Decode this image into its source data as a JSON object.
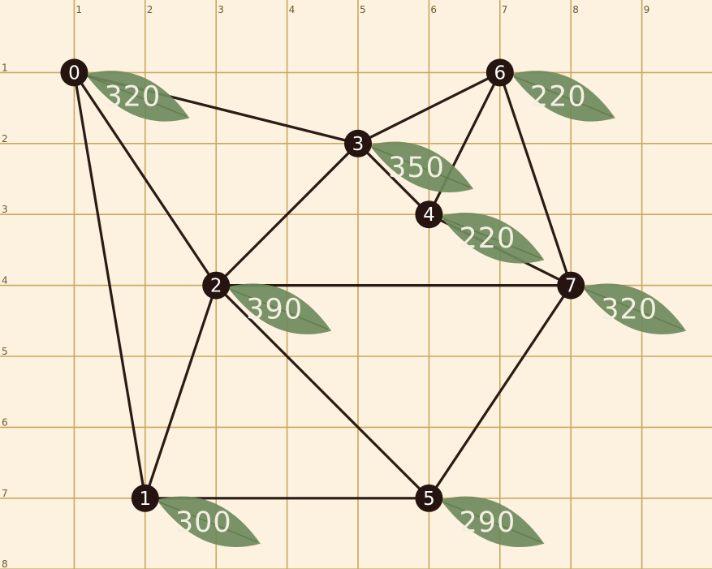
{
  "grid": {
    "x_labels": [
      "1",
      "2",
      "3",
      "4",
      "5",
      "6",
      "7",
      "8",
      "9"
    ],
    "y_labels": [
      "1",
      "2",
      "3",
      "4",
      "5",
      "6",
      "7",
      "8"
    ]
  },
  "nodes": [
    {
      "id": "0",
      "x": 1,
      "y": 1,
      "weight": "320"
    },
    {
      "id": "1",
      "x": 2,
      "y": 7,
      "weight": "300"
    },
    {
      "id": "2",
      "x": 3,
      "y": 4,
      "weight": "390"
    },
    {
      "id": "3",
      "x": 5,
      "y": 2,
      "weight": "350"
    },
    {
      "id": "4",
      "x": 6,
      "y": 3,
      "weight": "220"
    },
    {
      "id": "5",
      "x": 6,
      "y": 7,
      "weight": "290"
    },
    {
      "id": "6",
      "x": 7,
      "y": 1,
      "weight": "220"
    },
    {
      "id": "7",
      "x": 8,
      "y": 4,
      "weight": "320"
    }
  ],
  "edges": [
    [
      "0",
      "3"
    ],
    [
      "0",
      "2"
    ],
    [
      "0",
      "1"
    ],
    [
      "3",
      "6"
    ],
    [
      "3",
      "4"
    ],
    [
      "3",
      "2"
    ],
    [
      "6",
      "4"
    ],
    [
      "6",
      "7"
    ],
    [
      "4",
      "7"
    ],
    [
      "2",
      "7"
    ],
    [
      "2",
      "1"
    ],
    [
      "2",
      "5"
    ],
    [
      "1",
      "5"
    ],
    [
      "5",
      "7"
    ]
  ],
  "colors": {
    "background": "#fdf1df",
    "grid": "#c8a95b",
    "edge": "#2a1c15",
    "node": "#25140f",
    "leaf": "#6f8a5c",
    "leaf_text": "#f3efe2"
  },
  "icons": {
    "weight_marker": "leaf-icon"
  }
}
